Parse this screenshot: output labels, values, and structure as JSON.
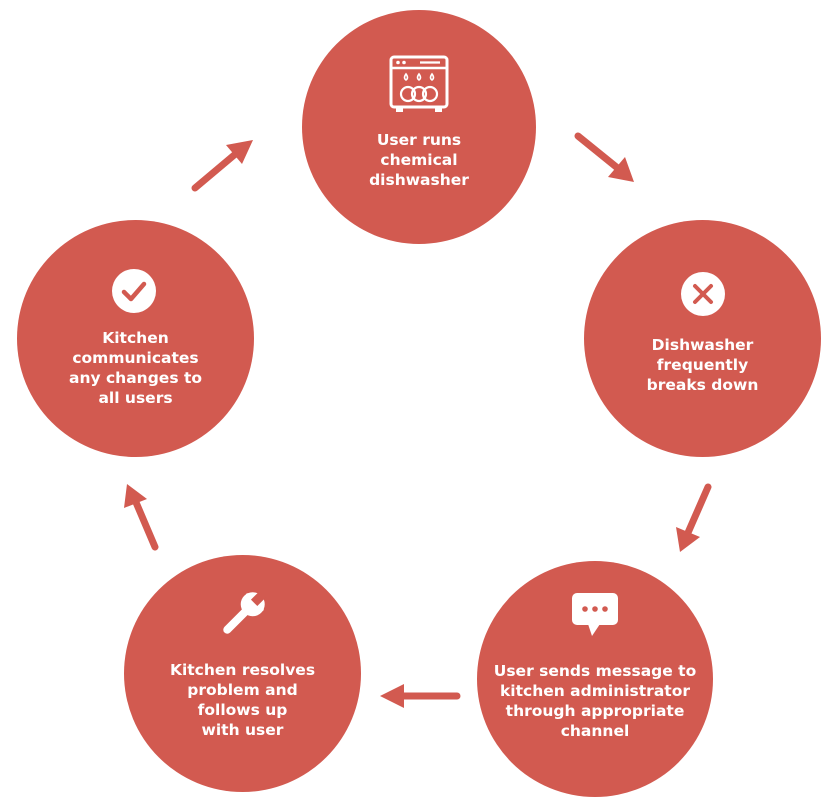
{
  "colors": {
    "node_fill": "#d25a50",
    "arrow": "#d25a50",
    "label_text": "#ffffff",
    "background": "#ffffff"
  },
  "nodes": [
    {
      "id": "run",
      "icon": "dishwasher-icon",
      "lines": [
        "User runs",
        "chemical",
        "dishwasher"
      ]
    },
    {
      "id": "breaks",
      "icon": "x-circle-icon",
      "lines": [
        "Dishwasher",
        "frequently",
        "breaks down"
      ]
    },
    {
      "id": "message",
      "icon": "chat-bubble-icon",
      "lines": [
        "User sends message to",
        "kitchen administrator",
        "through appropriate",
        "channel"
      ]
    },
    {
      "id": "resolve",
      "icon": "wrench-icon",
      "lines": [
        "Kitchen resolves",
        "problem and",
        "follows up",
        "with user"
      ]
    },
    {
      "id": "communicate",
      "icon": "check-circle-icon",
      "lines": [
        "Kitchen",
        "communicates",
        "any changes to",
        "all users"
      ]
    }
  ],
  "edges": [
    {
      "from": "run",
      "to": "breaks"
    },
    {
      "from": "breaks",
      "to": "message"
    },
    {
      "from": "message",
      "to": "resolve"
    },
    {
      "from": "resolve",
      "to": "communicate"
    },
    {
      "from": "communicate",
      "to": "run"
    }
  ]
}
